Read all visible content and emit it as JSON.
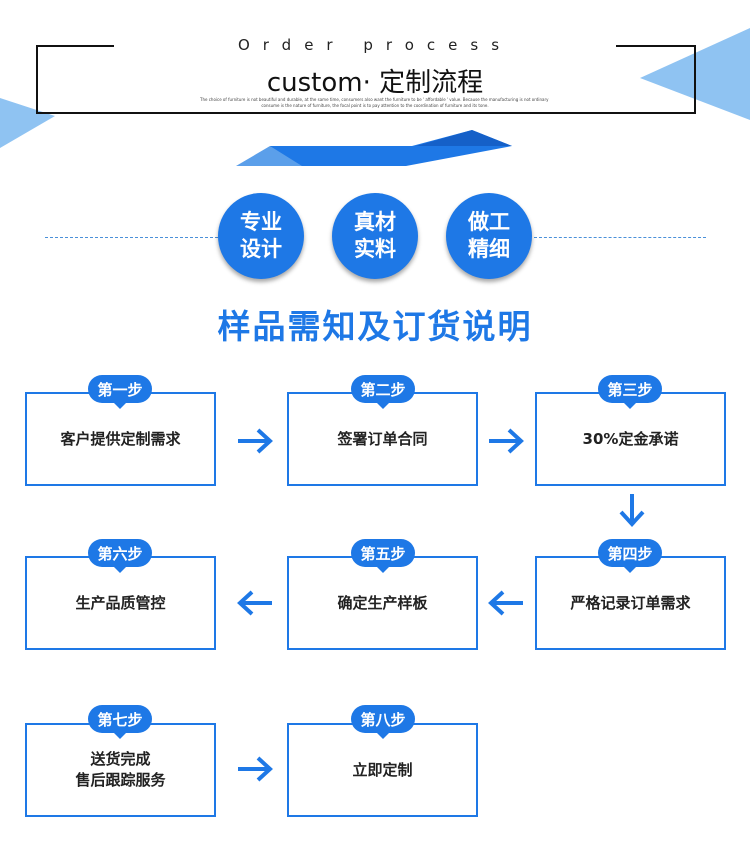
{
  "header": {
    "title_en": "Order process",
    "title_main": "custom· 定制流程",
    "small_text_line1": "The choice of furniture is not beautiful and durable, at the same time, consumers also want the furniture to be ' affordable ' value. Because the manufacturing is not ordinary s",
    "small_text_line2": "consume is the nature of furniture, the focal point is to pay attention to the coordination of furniture and its tone."
  },
  "features": [
    {
      "line1": "专业",
      "line2": "设计"
    },
    {
      "line1": "真材",
      "line2": "实料"
    },
    {
      "line1": "做工",
      "line2": "精细"
    }
  ],
  "section_title": "样品需知及订货说明",
  "steps": [
    {
      "badge": "第一步",
      "text": "客户提供定制需求"
    },
    {
      "badge": "第二步",
      "text": "签署订单合同"
    },
    {
      "badge": "第三步",
      "text": "30%定金承诺"
    },
    {
      "badge": "第四步",
      "text": "严格记录订单需求"
    },
    {
      "badge": "第五步",
      "text": "确定生产样板"
    },
    {
      "badge": "第六步",
      "text": "生产品质管控"
    },
    {
      "badge": "第七步",
      "text": "送货完成\n售后跟踪服务"
    },
    {
      "badge": "第八步",
      "text": "立即定制"
    }
  ],
  "colors": {
    "accent": "#1e78e6",
    "light_accent": "#7fb5f0",
    "text": "#222222"
  }
}
